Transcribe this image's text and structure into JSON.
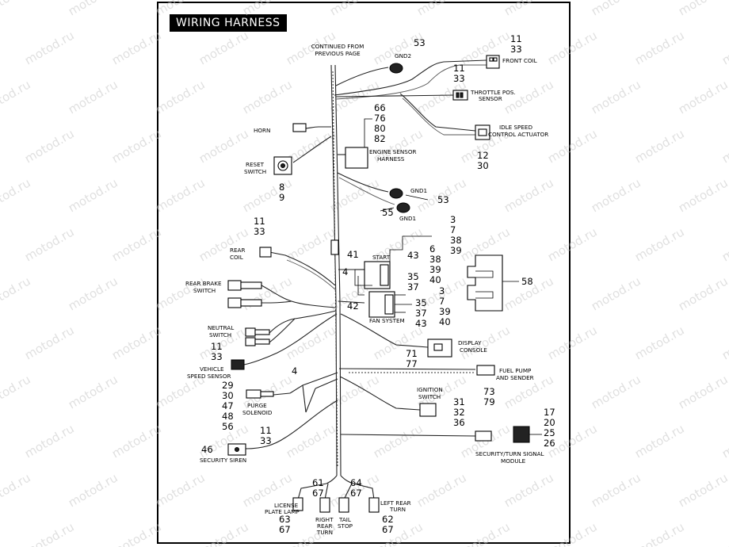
{
  "title": "WIRING HARNESS",
  "watermark": "motod.ru",
  "labels": {
    "continued": [
      "CONTINUED FROM",
      "PREVIOUS PAGE"
    ],
    "gnd2": "GND2",
    "front_coil": "FRONT COIL",
    "throttle": [
      "THROTTLE POS.",
      "SENSOR"
    ],
    "idle": [
      "IDLE SPEED",
      "CONTROL ACTUATOR"
    ],
    "horn": "HORN",
    "reset": [
      "RESET",
      "SWITCH"
    ],
    "engine_sensor": [
      "ENGINE SENSOR",
      "HARNESS"
    ],
    "gnd1a": "GND1",
    "gnd1b": "GND1",
    "rear_coil": [
      "REAR",
      "COIL"
    ],
    "start": "START",
    "rear_brake": [
      "REAR BRAKE",
      "SWITCH"
    ],
    "fan": "FAN SYSTEM",
    "neutral": [
      "NEUTRAL",
      "SWITCH"
    ],
    "display": [
      "DISPLAY",
      "CONSOLE"
    ],
    "vss": [
      "VEHICLE",
      "SPEED SENSOR"
    ],
    "fuel": [
      "FUEL PUMP",
      "AND SENDER"
    ],
    "ignition": [
      "IGNITION",
      "SWITCH"
    ],
    "purge": [
      "PURGE",
      "SOLENOID"
    ],
    "siren": "SECURITY SIREN",
    "security_module": [
      "SECURITY/TURN SIGNAL",
      "MODULE"
    ],
    "license": [
      "LICENSE",
      "PLATE LAMP"
    ],
    "right_rear": [
      "RIGHT",
      "REAR",
      "TURN"
    ],
    "tail": [
      "TAIL",
      "STOP"
    ],
    "left_rear": [
      "LEFT REAR",
      "TURN"
    ]
  },
  "numbers": {
    "gnd2": [
      "53"
    ],
    "front_coil": [
      "11",
      "33"
    ],
    "throttle": [
      "11",
      "33"
    ],
    "engine_sensor": [
      "66",
      "76",
      "80",
      "82"
    ],
    "idle": [
      "12",
      "30"
    ],
    "reset": [
      "8",
      "9"
    ],
    "gnd1a": [
      "53"
    ],
    "gnd1b": [
      "55"
    ],
    "rear_coil": [
      "11",
      "33"
    ],
    "start_right": [
      "3",
      "7",
      "38",
      "39"
    ],
    "start_left": [
      "41"
    ],
    "start_mid": [
      "43"
    ],
    "start_mid2": [
      "6",
      "38",
      "39",
      "40"
    ],
    "start_35": [
      "35",
      "37"
    ],
    "left4": [
      "4"
    ],
    "fan_right": [
      "3",
      "7",
      "39",
      "40"
    ],
    "fan_left": [
      "42"
    ],
    "fan_35": [
      "35",
      "37",
      "43"
    ],
    "relay_box": [
      "58"
    ],
    "display": [
      "71",
      "77"
    ],
    "vss": [
      "11",
      "33"
    ],
    "mid4": [
      "4"
    ],
    "fuel": [
      "73",
      "79"
    ],
    "ignition": [
      "31",
      "32",
      "36"
    ],
    "purge": [
      "29",
      "30",
      "47",
      "48",
      "56"
    ],
    "siren_top": [
      "11",
      "33"
    ],
    "siren_left": [
      "46"
    ],
    "security_module": [
      "17",
      "20",
      "25",
      "26"
    ],
    "right_rear_top": [
      "61",
      "67"
    ],
    "tail_top": [
      "64",
      "67"
    ],
    "license": [
      "63",
      "67"
    ],
    "left_rear": [
      "62",
      "67"
    ]
  }
}
